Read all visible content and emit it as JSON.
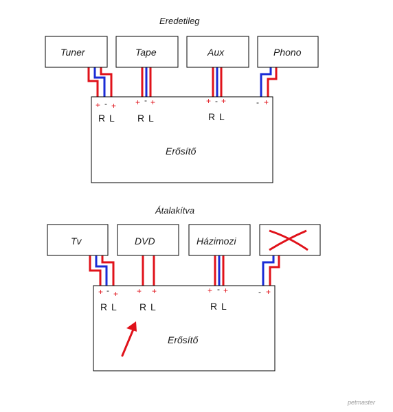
{
  "colors": {
    "wire_positive": "#e0121a",
    "wire_negative": "#1a2bd6",
    "cross_mark": "#e0121a",
    "arrow": "#e0121a",
    "box_border": "#000000"
  },
  "original": {
    "title": "Eredetileg",
    "amplifier_label": "Erősítő",
    "devices": [
      "Tuner",
      "Tape",
      "Aux",
      "Phono"
    ],
    "channel_labels": [
      "R L",
      "R L",
      "R L"
    ],
    "signs": [
      "+",
      "-",
      "+",
      "+",
      "-",
      "+",
      "+",
      "-",
      "+",
      "-",
      "+"
    ]
  },
  "converted": {
    "title": "Átalakítva",
    "amplifier_label": "Erősítő",
    "devices": [
      "Tv",
      "DVD",
      "Házimozi"
    ],
    "removed_device_icon": "cross-icon",
    "channel_labels": [
      "R L",
      "R L",
      "R L"
    ],
    "signs": [
      "+",
      "-",
      "+",
      "+",
      "+",
      "+",
      "-",
      "+",
      "-",
      "+"
    ]
  },
  "watermark": "petmaster"
}
